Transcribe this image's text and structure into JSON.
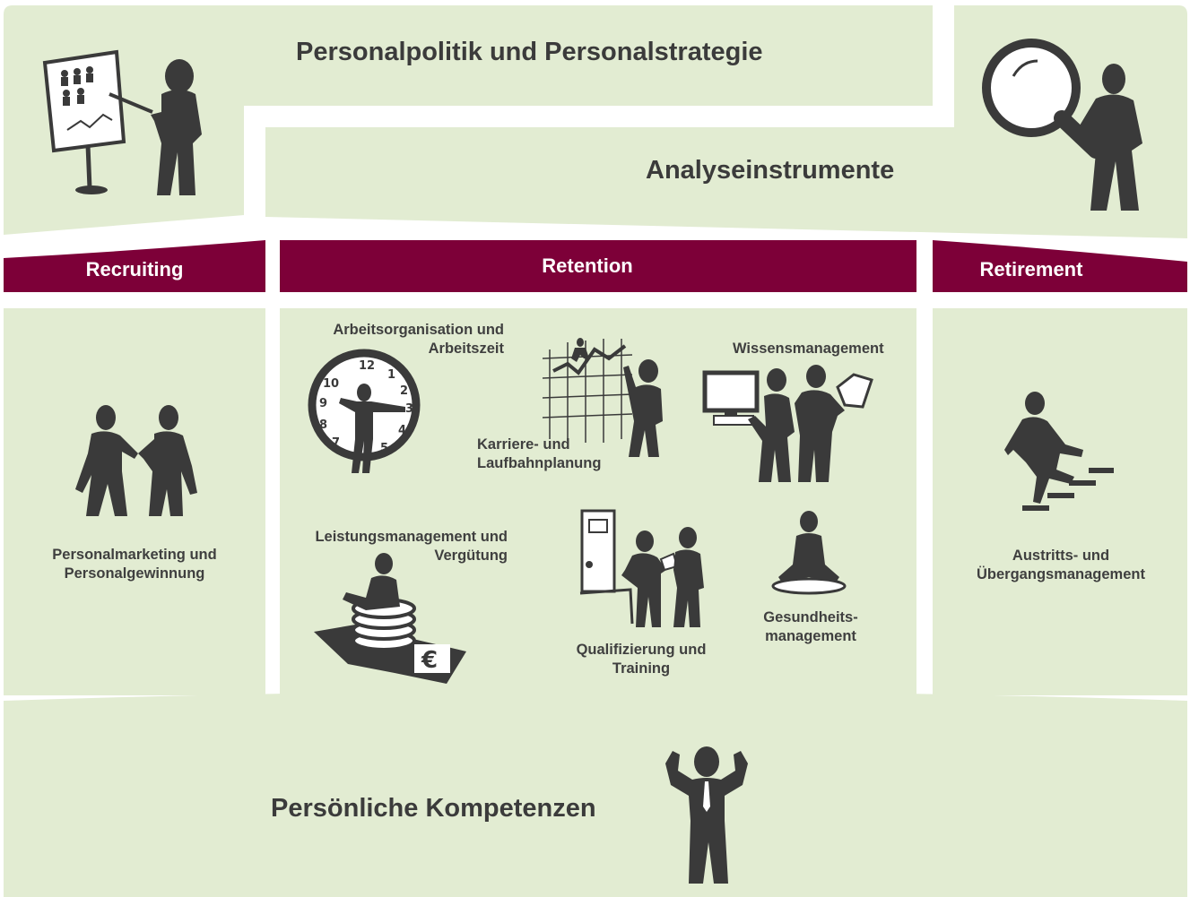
{
  "colors": {
    "panel": "#e2ecd2",
    "bar": "#7d0038",
    "figure": "#3a3a3a",
    "text": "#3f3f3f"
  },
  "top": {
    "policy": "Personalpolitik und Personalstrategie",
    "analysis": "Analyseinstrumente"
  },
  "phases": {
    "recruiting": "Recruiting",
    "retention": "Retention",
    "retirement": "Retirement"
  },
  "recruiting": {
    "label": "Personalmarketing und Personalgewinnung"
  },
  "retention": {
    "arbeitsorganisation": "Arbeitsorganisation und Arbeitszeit",
    "karriere": "Karriere- und Laufbahnplanung",
    "wissen": "Wissensmanagement",
    "leistung": "Leistungsmanagement und Vergütung",
    "qualifizierung": "Qualifizierung und Training",
    "gesundheit": "Gesundheits- management"
  },
  "retirement": {
    "label": "Austritts- und Übergangsmanagement"
  },
  "bottom": {
    "label": "Persönliche Kompetenzen"
  },
  "icons": {
    "presenter": "presenter-flipchart-icon",
    "magnifier": "person-magnifier-icon",
    "handshake": "handshake-icon",
    "clock": "clock-person-icon",
    "chart": "career-chart-icon",
    "computer": "computer-team-icon",
    "stairs": "stairs-climber-icon",
    "coins": "coins-money-icon",
    "training": "training-workshop-icon",
    "meditation": "meditation-icon",
    "strongman": "strong-man-icon"
  }
}
